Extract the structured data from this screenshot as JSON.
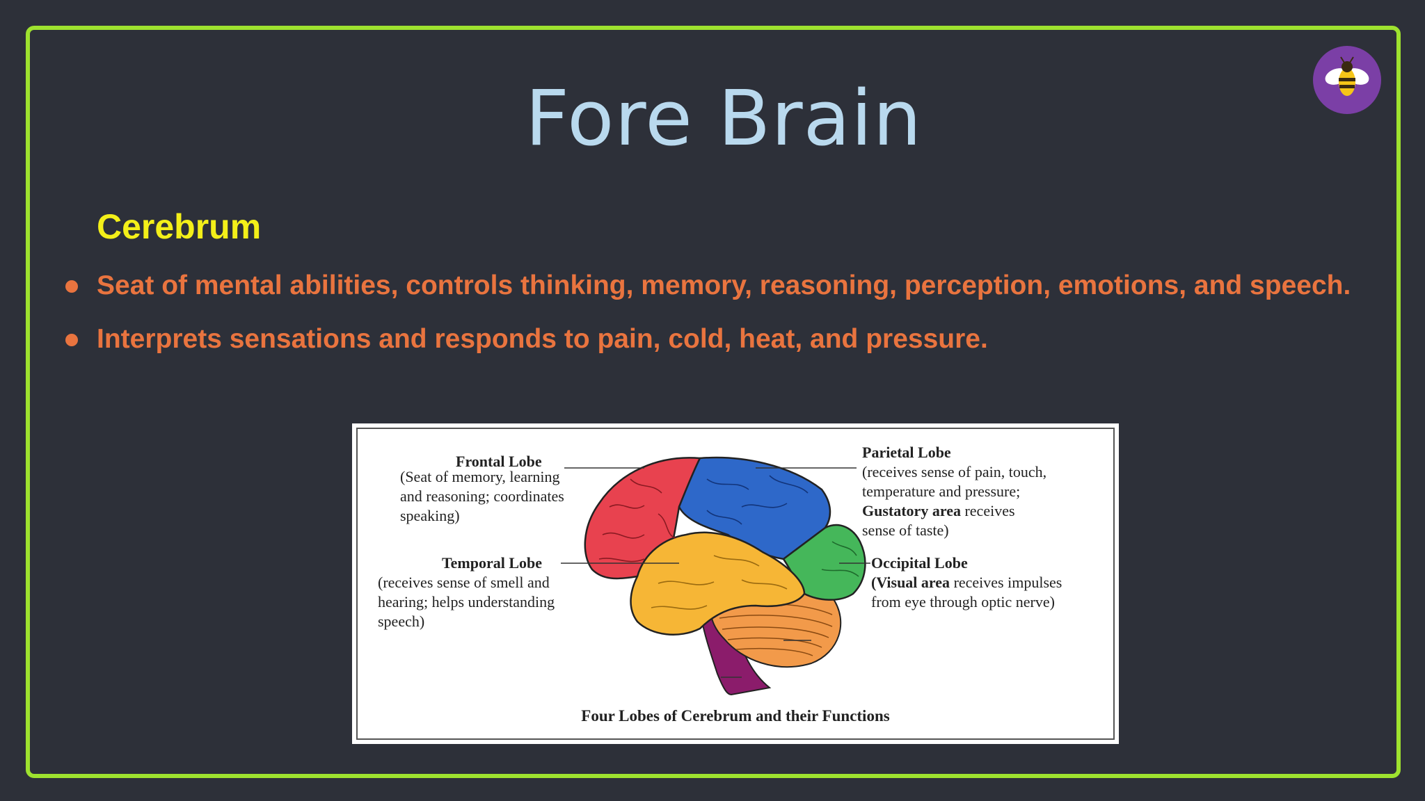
{
  "slide": {
    "title": "Fore Brain",
    "subtitle": "Cerebrum",
    "bullets": [
      "Seat of mental abilities, controls thinking, memory, reasoning, perception, emotions, and speech.",
      "Interprets sensations and responds to pain, cold, heat, and pressure."
    ],
    "logo_icon": "bee-icon"
  },
  "figure": {
    "caption": "Four Lobes of Cerebrum and their Functions",
    "frontal": {
      "head": "Frontal Lobe",
      "lines": [
        "(Seat of memory, learning",
        "and reasoning; coordinates",
        "speaking)"
      ]
    },
    "temporal": {
      "head": "Temporal Lobe",
      "lines": [
        "(receives sense of smell and",
        "hearing; helps understanding",
        "speech)"
      ]
    },
    "parietal": {
      "head": "Parietal Lobe",
      "line1": "(receives sense of pain, touch,",
      "line2": "temperature and pressure;",
      "line3_bold": "Gustatory area",
      "line3_rest": " receives",
      "line4": "sense of taste)"
    },
    "occipital": {
      "head": "Occipital Lobe",
      "line1_bold": "(Visual area",
      "line1_rest": " receives impulses",
      "line2": "from eye through optic nerve)"
    }
  },
  "colors": {
    "border": "#9ee22f",
    "title": "#b9d9ee",
    "subtitle": "#f3ef19",
    "bullet": "#e9743f",
    "frontal": "#e8424f",
    "parietal": "#2e68c9",
    "temporal": "#f6b636",
    "occipital": "#45b75a",
    "cerebellum": "#f29a4a",
    "brainstem": "#8b1c6b"
  }
}
